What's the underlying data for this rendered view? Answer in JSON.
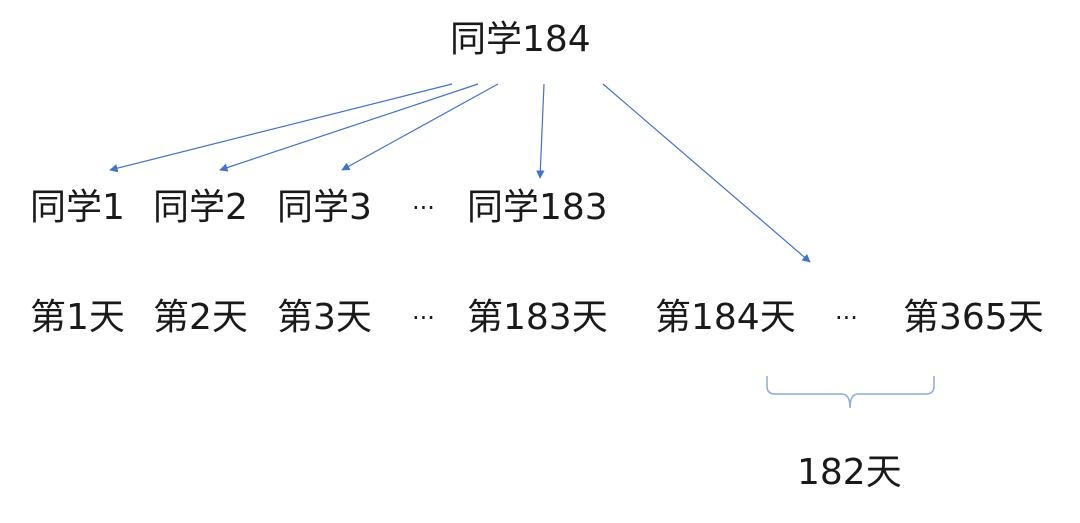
{
  "root": {
    "label": "同学184"
  },
  "students": [
    {
      "label": "同学1"
    },
    {
      "label": "同学2"
    },
    {
      "label": "同学3"
    },
    {
      "label": "···"
    },
    {
      "label": "同学183"
    }
  ],
  "days": [
    {
      "label": "第1天"
    },
    {
      "label": "第2天"
    },
    {
      "label": "第3天"
    },
    {
      "label": "···"
    },
    {
      "label": "第183天"
    },
    {
      "label": "第184天"
    },
    {
      "label": "···"
    },
    {
      "label": "第365天"
    }
  ],
  "brace": {
    "label": "182天"
  },
  "colors": {
    "arrow": "#4472c4",
    "brace": "#8faadc",
    "text": "#1a1a1a"
  }
}
